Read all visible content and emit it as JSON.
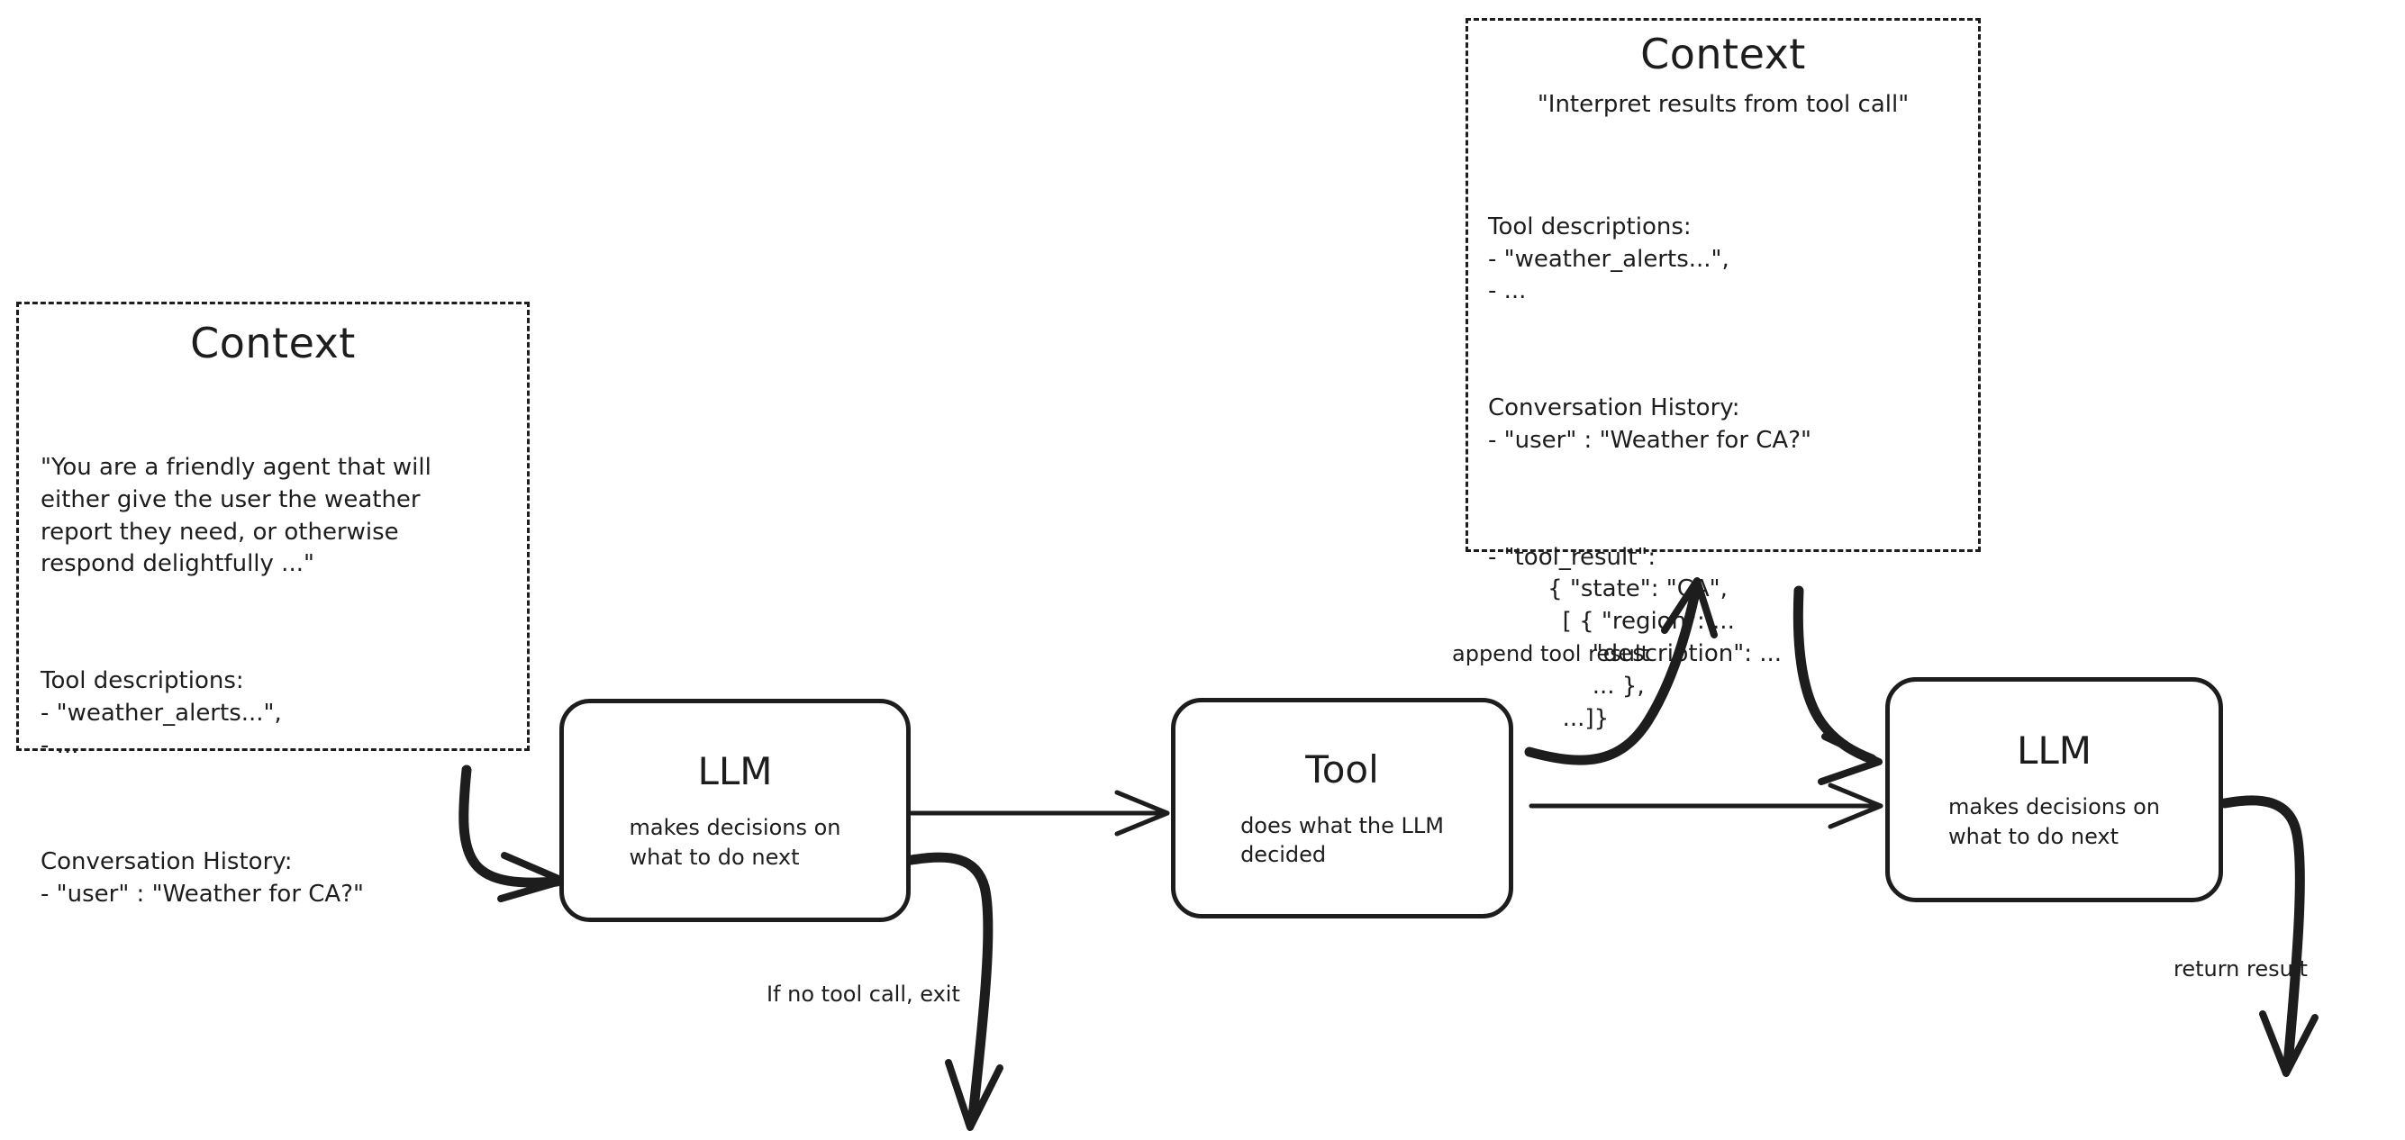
{
  "diagram": {
    "title": "Agent loop with LLM, Tool and Context",
    "accent_color": "#1d1d1d",
    "background_color": "#ffffff"
  },
  "context_left": {
    "title": "Context",
    "paragraphs": [
      "\"You are a friendly agent that will\neither give the user the weather\nreport they need, or otherwise\nrespond delightfully ...\"",
      "Tool descriptions:\n- \"weather_alerts...\",\n- ...",
      "Conversation History:\n- \"user\" : \"Weather for CA?\""
    ]
  },
  "context_right": {
    "title": "Context",
    "subtitle": "\"Interpret results from tool call\"",
    "paragraphs": [
      "Tool descriptions:\n- \"weather_alerts...\",\n- ...",
      "Conversation History:\n- \"user\" : \"Weather for CA?\"",
      "- \"tool_result\":\n        { \"state\": \"CA\",\n          [ { \"region\": ...\n              \"description\": ...\n              ... },\n          ...]}"
    ]
  },
  "nodes": [
    {
      "id": "llm-1",
      "title": "LLM",
      "subtitle": "makes decisions on\nwhat to do next"
    },
    {
      "id": "tool",
      "title": "Tool",
      "subtitle": "does what the LLM\ndecided"
    },
    {
      "id": "llm-2",
      "title": "LLM",
      "subtitle": "makes decisions on\nwhat to do next"
    }
  ],
  "edge_labels": {
    "append_tool_result": "append tool result",
    "if_no_tool_call_exit": "If no tool call, exit",
    "return_result": "return result"
  }
}
